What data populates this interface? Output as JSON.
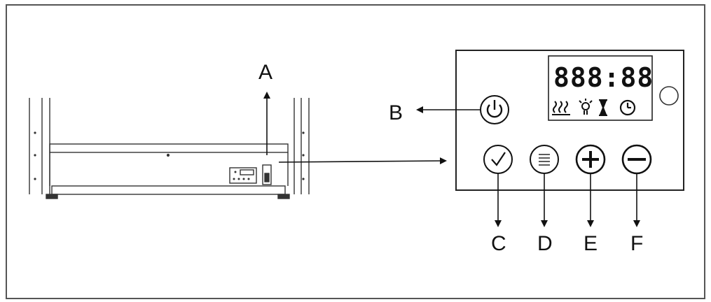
{
  "diagram": {
    "callouts": {
      "a": "A",
      "b": "B",
      "c": "C",
      "d": "D",
      "e": "E",
      "f": "F"
    },
    "display": {
      "digits": "888:88",
      "indicators": [
        "heat-waves-icon",
        "lamp-icon",
        "hourglass-icon",
        "clock-icon"
      ]
    },
    "buttons": [
      {
        "id": "power",
        "icon": "power-icon"
      },
      {
        "id": "confirm",
        "icon": "checkmark-icon"
      },
      {
        "id": "menu",
        "icon": "menu-lines-icon"
      },
      {
        "id": "plus",
        "icon": "plus-icon"
      },
      {
        "id": "minus",
        "icon": "minus-icon"
      }
    ],
    "colors": {
      "line": "#111111",
      "background": "#ffffff",
      "frame": "#555555"
    }
  }
}
